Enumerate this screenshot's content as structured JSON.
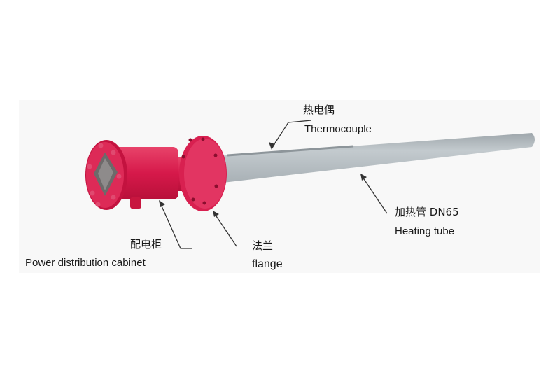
{
  "figure": {
    "background_color": "#ffffff",
    "panel_color": "#f8f8f8",
    "accent_red": "#d6194a",
    "tube_color": "#b4bcc1",
    "labels": {
      "thermocouple": {
        "zh": "热电偶",
        "en": "Thermocouple"
      },
      "heating_tube": {
        "zh": "加热管 DN65",
        "en": "Heating tube"
      },
      "cabinet": {
        "zh": "配电柜",
        "en": "Power distribution cabinet"
      },
      "flange": {
        "zh": "法兰",
        "en": "flange"
      }
    }
  }
}
